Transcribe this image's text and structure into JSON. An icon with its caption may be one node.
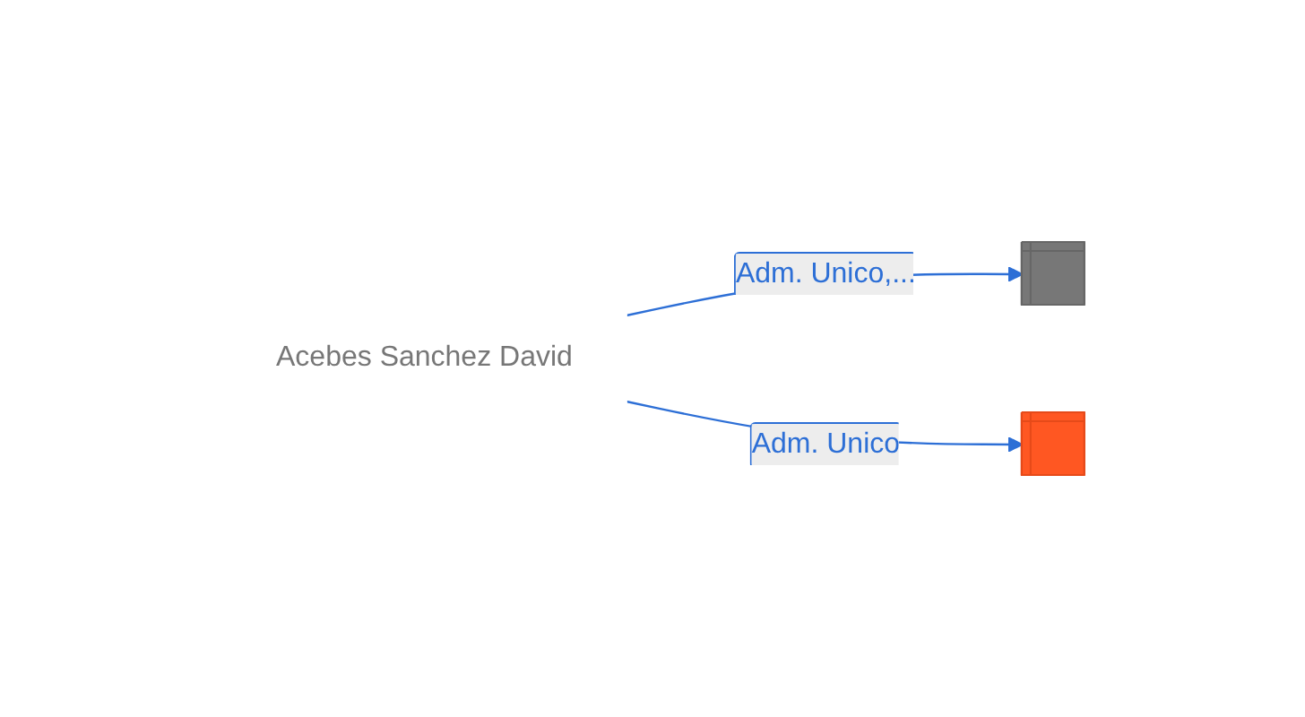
{
  "diagram": {
    "nodes": [
      {
        "text": [
          "Acebes Sanchez David"
        ]
      },
      {
        "text": [],
        "shape": "building"
      },
      {
        "text": [],
        "shape": "building"
      }
    ],
    "edges": [
      {
        "from": 0,
        "to": 1,
        "arrow": "to",
        "label": "Adm. Unico,..."
      },
      {
        "from": 0,
        "to": 2,
        "arrow": "to",
        "label": "Adm. Unico"
      }
    ]
  }
}
